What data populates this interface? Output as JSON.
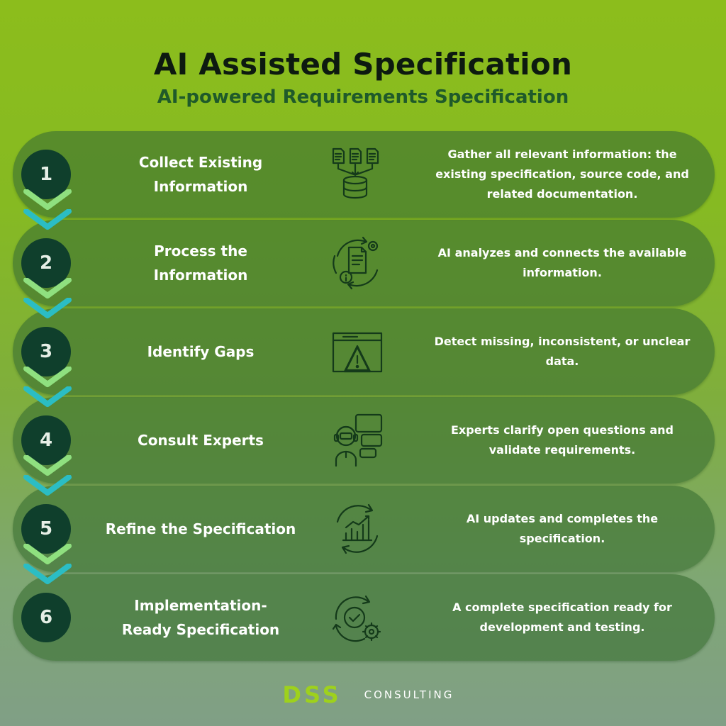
{
  "header": {
    "title": "AI Assisted Specification",
    "subtitle": "AI-powered Requirements Specification"
  },
  "colors": {
    "background_top": "#8cbd1c",
    "background_bottom": "#809f86",
    "number_circle": "#0f3f2c",
    "chevron_light": "#8fe07f",
    "chevron_teal": "#2bbdc4",
    "logo_green": "#9ed11c"
  },
  "steps": [
    {
      "number": "1",
      "title": "Collect Existing\nInformation",
      "description": "Gather all relevant information: the existing specification, source code, and related documentation.",
      "icon": "documents-database-icon"
    },
    {
      "number": "2",
      "title": "Process the\nInformation",
      "description": "AI analyzes and connects the available information.",
      "icon": "document-processing-cycle-icon"
    },
    {
      "number": "3",
      "title": "Identify Gaps",
      "description": "Detect missing, inconsistent, or unclear data.",
      "icon": "browser-warning-icon"
    },
    {
      "number": "4",
      "title": "Consult Experts",
      "description": "Experts clarify open questions and validate requirements.",
      "icon": "expert-chat-icon"
    },
    {
      "number": "5",
      "title": "Refine the Specification",
      "description": "AI updates and completes the specification.",
      "icon": "chart-refresh-icon"
    },
    {
      "number": "6",
      "title": "Implementation-\nReady Specification",
      "description": "A complete specification ready for development and testing.",
      "icon": "check-gear-icon"
    }
  ],
  "footer": {
    "logo_mark": "DSS",
    "logo_text": "CONSULTING"
  }
}
